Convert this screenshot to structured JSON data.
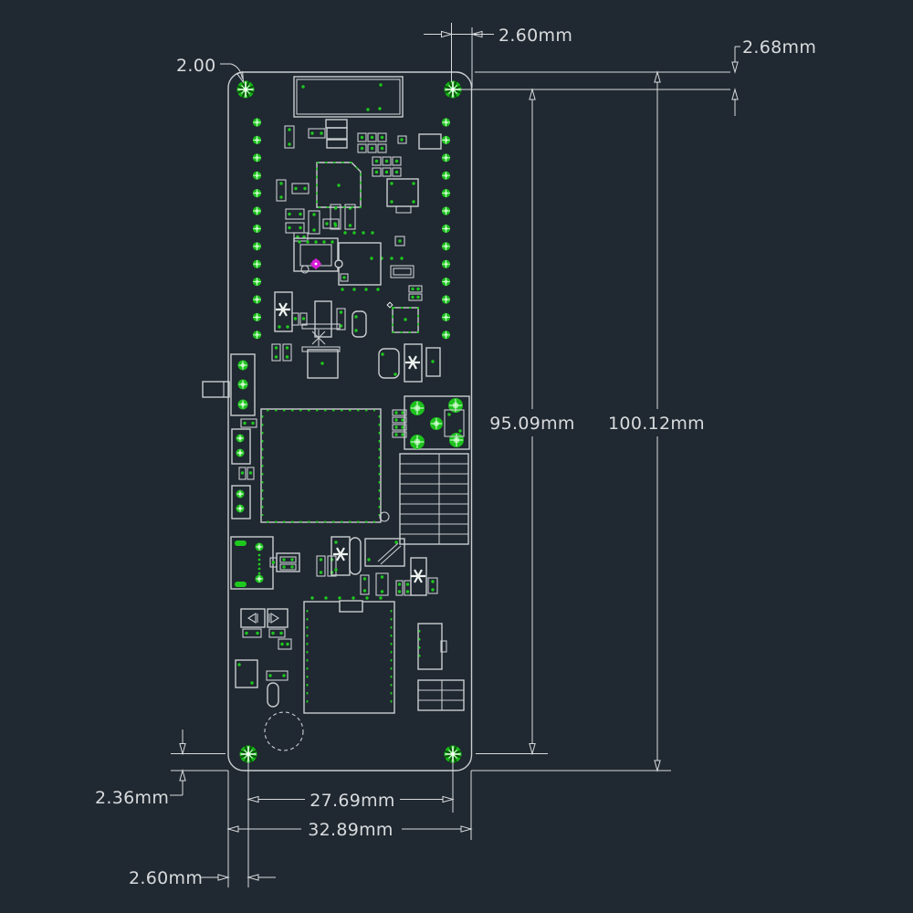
{
  "drawing": {
    "description": "PCB mechanical dimension drawing, top view, dark CAD background",
    "units": "mm"
  },
  "dimensions": {
    "hole_callout": "2.00",
    "top_offset_x": "2.60mm",
    "top_offset_y": "2.68mm",
    "holes_height": "95.09mm",
    "board_height": "100.12mm",
    "bottom_offset_y": "2.36mm",
    "holes_width": "27.69mm",
    "board_width": "32.89mm",
    "bottom_offset_x": "2.60mm"
  },
  "colors": {
    "background": "#202831",
    "outline_gray": "#c9cdd0",
    "dimension_gray": "#d8dbdd",
    "pad_green": "#1ec91e",
    "marker_magenta": "#d81fd8"
  }
}
